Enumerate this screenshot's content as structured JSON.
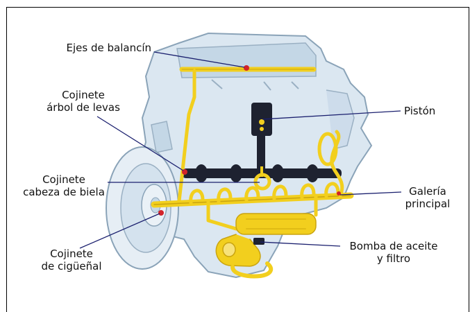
{
  "labels": {
    "ejes_balancin": "Ejes de balancín",
    "cojinete_levas": [
      "Cojinete",
      "árbol de levas"
    ],
    "piston": "Pistón",
    "cojinete_biela": [
      "Cojinete",
      "cabeza de biela"
    ],
    "galeria_principal": [
      "Galería",
      "principal"
    ],
    "cojinete_ciguenal": [
      "Cojinete",
      "de cigüeñal"
    ],
    "bomba_aceite": [
      "Bomba de aceite",
      "y filtro"
    ]
  },
  "colors": {
    "oil_yellow": "#f2cf1e",
    "oil_yellow_dark": "#c9a410",
    "engine_blue": "#dbe7f1",
    "engine_blue_mid": "#c4d7e6",
    "engine_line": "#8aa3b8",
    "dark_part": "#1e2230",
    "leader_line": "#1a1f6e",
    "red_point": "#d2232a"
  }
}
